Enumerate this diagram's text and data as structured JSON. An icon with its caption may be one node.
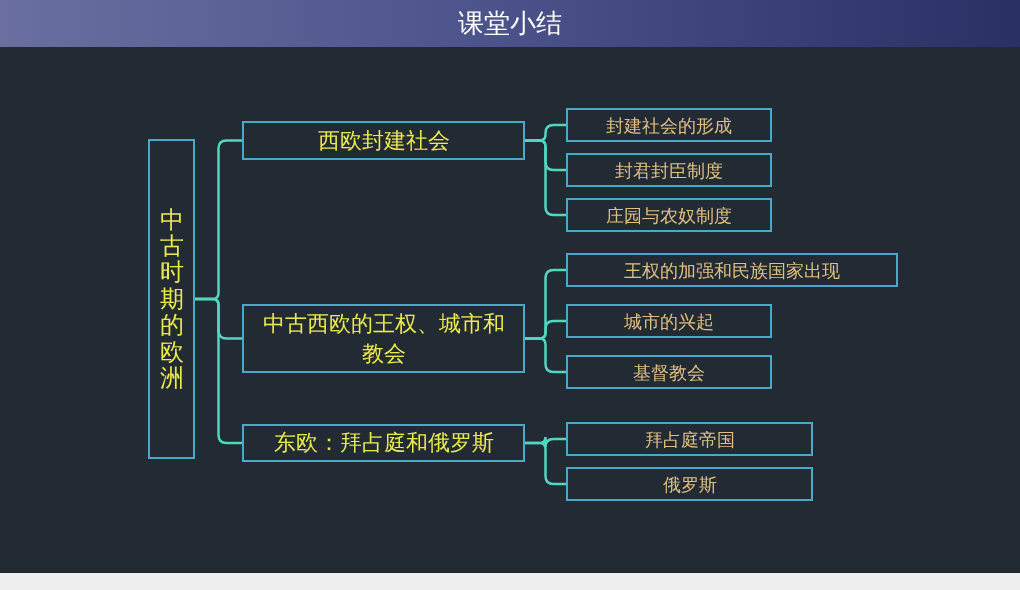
{
  "diagram": {
    "title": "课堂小结",
    "nodes": [
      {
        "text": [
          "中古时期的欧洲"
        ]
      },
      {
        "text": [
          "西欧封建社会"
        ]
      },
      {
        "text": [
          "中古西欧的王权、城市和教会"
        ]
      },
      {
        "text": [
          "东欧：拜占庭和俄罗斯"
        ]
      },
      {
        "text": [
          "封建社会的形成"
        ]
      },
      {
        "text": [
          "封君封臣制度"
        ]
      },
      {
        "text": [
          "庄园与农奴制度"
        ]
      },
      {
        "text": [
          "王权的加强和民族国家出现"
        ]
      },
      {
        "text": [
          "城市的兴起"
        ]
      },
      {
        "text": [
          "基督教会"
        ]
      },
      {
        "text": [
          "拜占庭帝国"
        ]
      },
      {
        "text": [
          "俄罗斯"
        ]
      }
    ],
    "edges": [
      {
        "from": 0,
        "to": 1,
        "arrow": "none"
      },
      {
        "from": 0,
        "to": 2,
        "arrow": "none"
      },
      {
        "from": 0,
        "to": 3,
        "arrow": "none"
      },
      {
        "from": 1,
        "to": 4,
        "arrow": "none"
      },
      {
        "from": 1,
        "to": 5,
        "arrow": "none"
      },
      {
        "from": 1,
        "to": 6,
        "arrow": "none"
      },
      {
        "from": 2,
        "to": 7,
        "arrow": "none"
      },
      {
        "from": 2,
        "to": 8,
        "arrow": "none"
      },
      {
        "from": 2,
        "to": 9,
        "arrow": "none"
      },
      {
        "from": 3,
        "to": 10,
        "arrow": "none"
      },
      {
        "from": 3,
        "to": 11,
        "arrow": "none"
      }
    ]
  }
}
